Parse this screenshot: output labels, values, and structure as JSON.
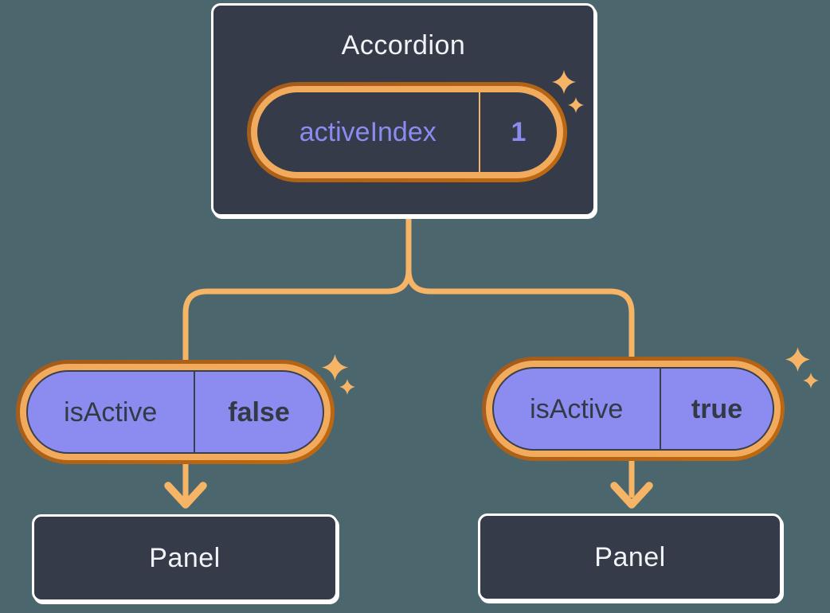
{
  "colors": {
    "bg": "#4c666d",
    "surface-dark": "#353b48",
    "border-white": "#ffffff",
    "orange-line": "#f6b467",
    "orange-band": "#f2ab5c",
    "orange-deep-a": "#a15a1d",
    "orange-deep-b": "#c06a10",
    "purple-fill": "#8c8cf0",
    "purple-text": "#8b8bf0",
    "ink-dark": "#333945",
    "ink-light": "#f2f3f6",
    "outline-dark": "#3a3f4c"
  },
  "icons": {
    "sparkle": "✦"
  },
  "accordion": {
    "title": "Accordion",
    "state": {
      "name": "activeIndex",
      "value": "1"
    }
  },
  "children": [
    {
      "prop_name": "isActive",
      "prop_value": "false",
      "panel_label": "Panel"
    },
    {
      "prop_name": "isActive",
      "prop_value": "true",
      "panel_label": "Panel"
    }
  ]
}
